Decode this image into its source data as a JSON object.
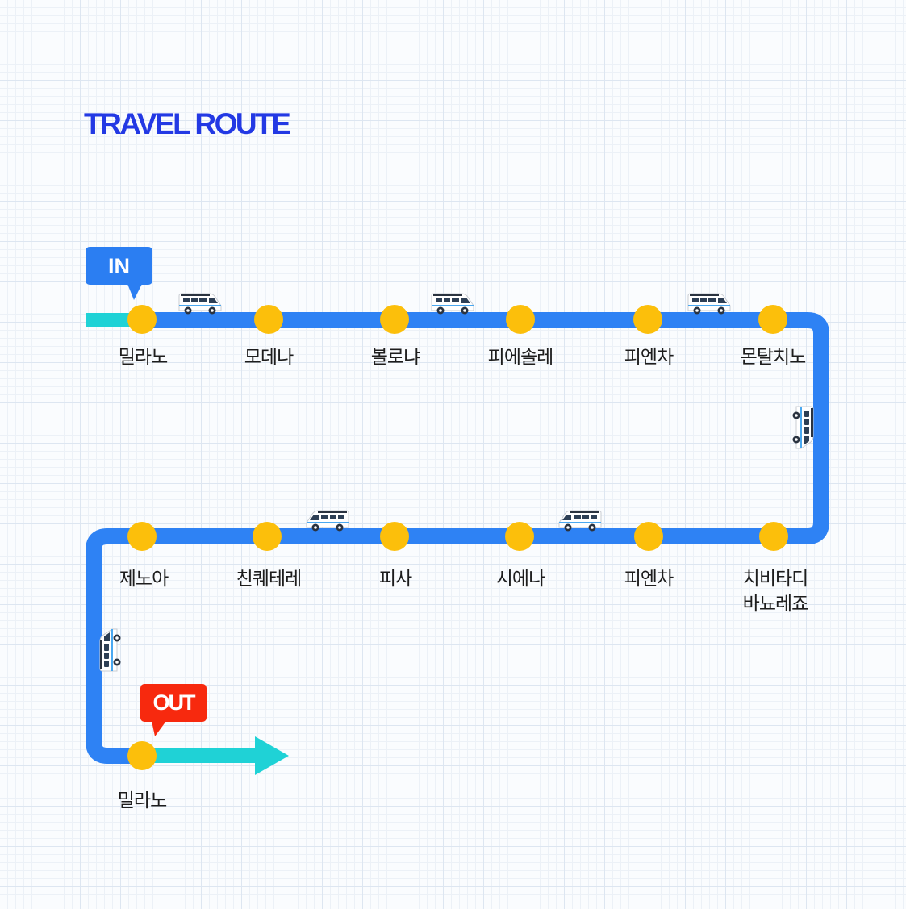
{
  "title": "TRAVEL ROUTE",
  "start_tag": {
    "label": "IN",
    "color": "#2b7ef2"
  },
  "end_tag": {
    "label": "OUT",
    "color": "#f7290e"
  },
  "colors": {
    "route_line": "#2e82f4",
    "connector": "#1fd2d6",
    "stop_dot": "#fcbf0b",
    "title": "#2339e4"
  },
  "route": {
    "row1": [
      "밀라노",
      "모데나",
      "볼로냐",
      "피에솔레",
      "피엔차",
      "몬탈치노"
    ],
    "row2": [
      "치비타디\n바뇨레죠",
      "피엔차",
      "시에나",
      "피사",
      "친퀘테레",
      "제노아"
    ],
    "final": "밀라노"
  },
  "vehicle_icon": "van-icon"
}
